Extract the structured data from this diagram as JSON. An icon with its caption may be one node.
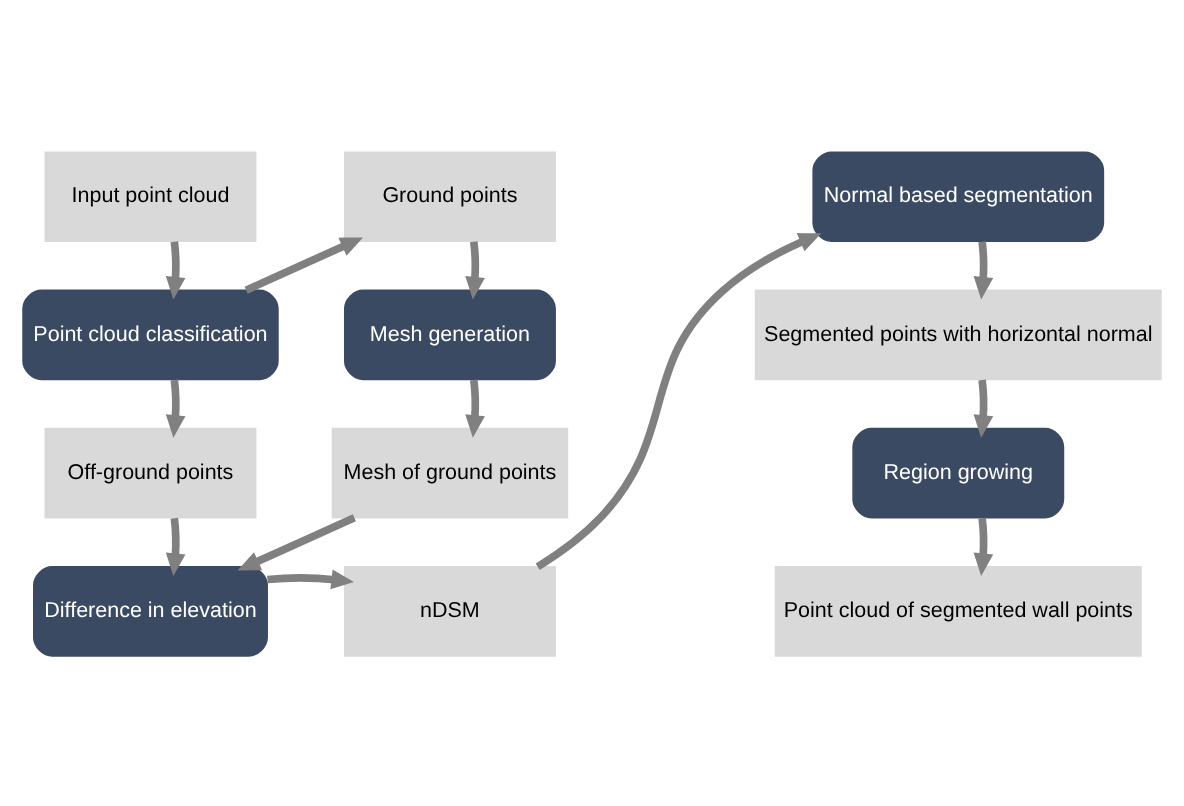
{
  "diagram": {
    "nodes": [
      {
        "text": [
          "Input point cloud"
        ]
      },
      {
        "text": [
          "Point cloud classification"
        ]
      },
      {
        "text": [
          "Off-ground points"
        ]
      },
      {
        "text": [
          "Difference in elevation"
        ]
      },
      {
        "text": [
          "Ground points"
        ]
      },
      {
        "text": [
          "Mesh generation"
        ]
      },
      {
        "text": [
          "Mesh of ground points"
        ]
      },
      {
        "text": [
          "nDSM"
        ]
      },
      {
        "text": [
          "Normal based segmentation"
        ]
      },
      {
        "text": [
          "Segmented points with horizontal normal"
        ]
      },
      {
        "text": [
          "Region growing"
        ]
      },
      {
        "text": [
          "Point cloud of segmented wall points"
        ]
      }
    ],
    "edges": [
      {
        "from": 0,
        "to": 1,
        "arrow": "to"
      },
      {
        "from": 1,
        "to": 4,
        "arrow": "to"
      },
      {
        "from": 1,
        "to": 2,
        "arrow": "to"
      },
      {
        "from": 2,
        "to": 3,
        "arrow": "to"
      },
      {
        "from": 4,
        "to": 5,
        "arrow": "to"
      },
      {
        "from": 5,
        "to": 6,
        "arrow": "to"
      },
      {
        "from": 6,
        "to": 3,
        "arrow": "to"
      },
      {
        "from": 3,
        "to": 7,
        "arrow": "to"
      },
      {
        "from": 7,
        "to": 8,
        "arrow": "to"
      },
      {
        "from": 8,
        "to": 9,
        "arrow": "to"
      },
      {
        "from": 9,
        "to": 10,
        "arrow": "to"
      },
      {
        "from": 10,
        "to": 11,
        "arrow": "to"
      }
    ]
  }
}
